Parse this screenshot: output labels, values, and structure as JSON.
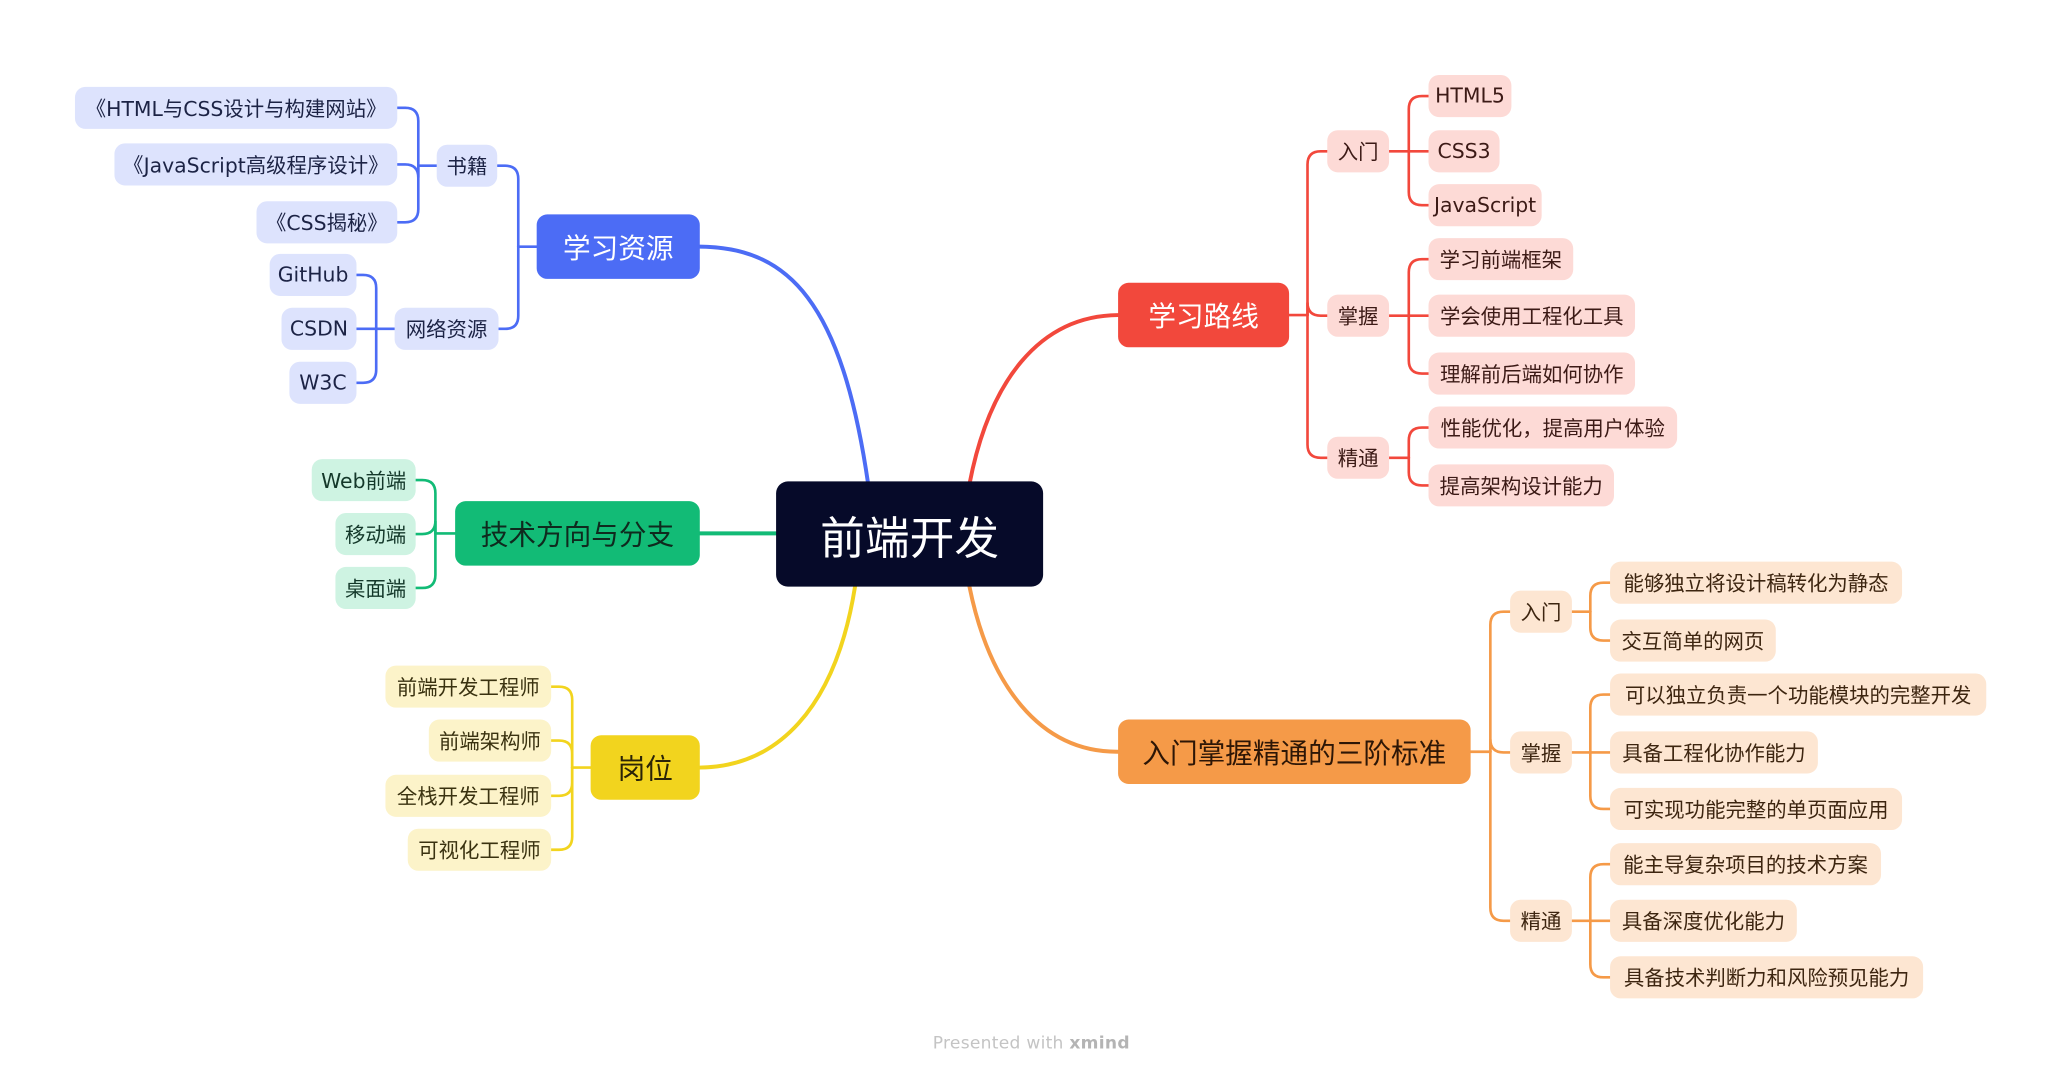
{
  "root": {
    "label": "前端开发"
  },
  "branches": [
    {
      "id": "resources",
      "label": "学习资源",
      "color": "#4c6cf5",
      "subs": [
        {
          "label": "书籍",
          "leaves": [
            "《HTML与CSS设计与构建网站》",
            "《JavaScript高级程序设计》",
            "《CSS揭秘》"
          ]
        },
        {
          "label": "网络资源",
          "leaves": [
            "GitHub",
            "CSDN",
            "W3C"
          ]
        }
      ]
    },
    {
      "id": "directions",
      "label": "技术方向与分支",
      "color": "#12bb76",
      "leaves": [
        "Web前端",
        "移动端",
        "桌面端"
      ]
    },
    {
      "id": "positions",
      "label": "岗位",
      "color": "#f2d41e",
      "leaves": [
        "前端开发工程师",
        "前端架构师",
        "全栈开发工程师",
        "可视化工程师"
      ]
    },
    {
      "id": "roadmap",
      "label": "学习路线",
      "color": "#f2483c",
      "subs": [
        {
          "label": "入门",
          "leaves": [
            "HTML5",
            "CSS3",
            "JavaScript"
          ]
        },
        {
          "label": "掌握",
          "leaves": [
            "学习前端框架",
            "学会使用工程化工具",
            "理解前后端如何协作"
          ]
        },
        {
          "label": "精通",
          "leaves": [
            "性能优化，提高用户体验",
            "提高架构设计能力"
          ]
        }
      ]
    },
    {
      "id": "standards",
      "label": "入门掌握精通的三阶标准",
      "color": "#f59a48",
      "subs": [
        {
          "label": "入门",
          "leaves": [
            "能够独立将设计稿转化为静态",
            "交互简单的网页"
          ]
        },
        {
          "label": "掌握",
          "leaves": [
            "可以独立负责一个功能模块的完整开发",
            "具备工程化协作能力",
            "可实现功能完整的单页面应用"
          ]
        },
        {
          "label": "精通",
          "leaves": [
            "能主导复杂项目的技术方案",
            "具备深度优化能力",
            "具备技术判断力和风险预见能力"
          ]
        }
      ]
    }
  ],
  "footer": {
    "prefix": "Presented with",
    "brand": "xmind"
  }
}
